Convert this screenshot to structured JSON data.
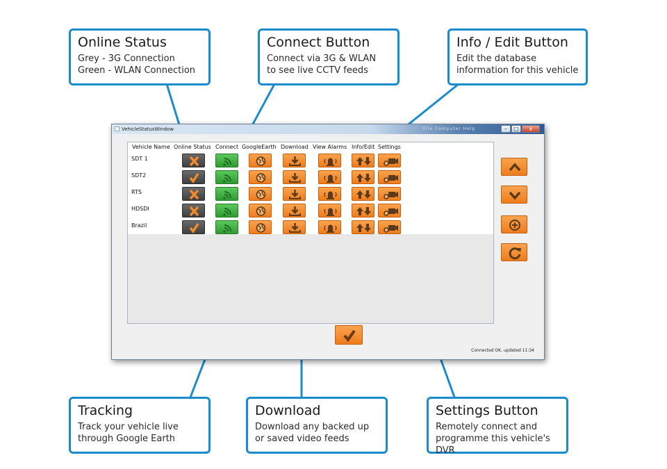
{
  "callouts": {
    "online_status": {
      "title": "Online Status",
      "line1": "Grey - 3G Connection",
      "line2": "Green - WLAN Connection"
    },
    "connect_button": {
      "title": "Connect Button",
      "line1": "Connect via 3G & WLAN",
      "line2": "to see live CCTV feeds"
    },
    "info_edit_button": {
      "title": "Info / Edit Button",
      "line1": "Edit the database",
      "line2": "information for this vehicle"
    },
    "tracking": {
      "title": "Tracking",
      "line1": "Track your vehicle live",
      "line2": "through Google Earth"
    },
    "download": {
      "title": "Download",
      "line1": "Download any backed up",
      "line2": "or saved video feeds"
    },
    "settings_button": {
      "title": "Settings Button",
      "line1": "Remotely connect and",
      "line2": "programme this vehicle's DVR"
    }
  },
  "window": {
    "title": "VehicleStatusWindow",
    "menu_text": "File   Computer   Help",
    "controls": {
      "minimize": "–",
      "maximize": "□",
      "close": "x"
    },
    "columns": [
      "Vehicle Name",
      "Online Status",
      "Connect",
      "GoogleEarth",
      "Download",
      "View Alarms",
      "Info/Edit",
      "Settings"
    ],
    "rows": [
      {
        "name": "SDT 1",
        "online": "offline"
      },
      {
        "name": "SDT2",
        "online": "online"
      },
      {
        "name": "RTS",
        "online": "offline"
      },
      {
        "name": "HDSDI",
        "online": "offline"
      },
      {
        "name": "Brazil",
        "online": "online"
      }
    ],
    "status_text": "Connected OK, updated 11:34"
  },
  "colors": {
    "accent_blue": "#1a8ccc",
    "orange": "#ef8424",
    "green": "#3aa53c",
    "grey": "#4a4a4a"
  },
  "icons": {
    "online": "check-icon",
    "offline": "cross-icon",
    "connect": "wifi-signal-icon",
    "google_earth": "globe-icon",
    "download": "download-icon",
    "alarms": "alarm-bell-icon",
    "info_edit": "up-down-arrows-icon",
    "settings": "camera-gear-icon",
    "side_buttons": [
      "chevron-up-icon",
      "chevron-down-icon",
      "plus-circle-icon",
      "refresh-icon"
    ],
    "ok_button": "check-icon"
  }
}
